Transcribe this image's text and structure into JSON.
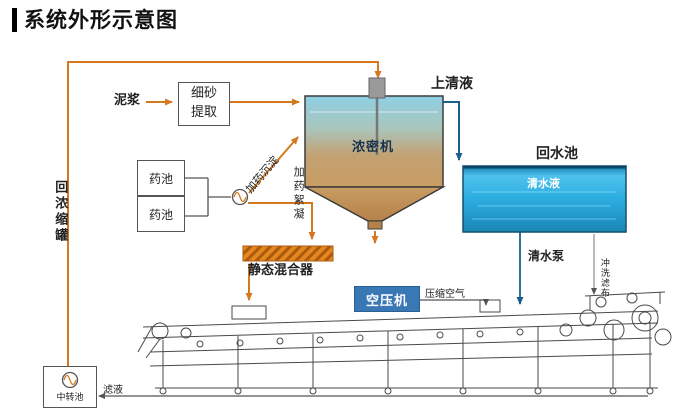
{
  "title": "系统外形示意图",
  "colors": {
    "pipe_orange": "#d4791f",
    "pool_blue": "#2fb0e2",
    "pool_border": "#12506f",
    "compressor_blue": "#3a78b5",
    "mixer_orange": "#e5861f",
    "thickener_top": "#8ecfe4",
    "thickener_bottom": "#c89c62"
  },
  "nodes": {
    "mud": {
      "label": "泥浆"
    },
    "sand_extraction": {
      "line1": "细砂",
      "line2": "提取"
    },
    "thickener": {
      "label": "浓密机"
    },
    "supernatant": {
      "label": "上清液"
    },
    "return_pool": {
      "label": "回水池",
      "water_label": "清水液"
    },
    "clear_water_pump": {
      "label": "清水泵"
    },
    "chem_pool_1": {
      "label": "药池"
    },
    "chem_pool_2": {
      "label": "药池"
    },
    "dosing_sedimentation": {
      "label": "加药沉淀"
    },
    "dosing_flocculation": {
      "label": "加药絮凝"
    },
    "static_mixer": {
      "label": "静态混合器"
    },
    "air_compressor": {
      "label": "空压机"
    },
    "compressed_air": {
      "label": "压缩空气"
    },
    "flush_water": {
      "label": "冲洗滤布"
    },
    "return_concentrate_tank": {
      "label": "回浓缩罐"
    },
    "transfer_pool": {
      "label": "中转池"
    },
    "filtrate": {
      "label": "滤液"
    }
  }
}
